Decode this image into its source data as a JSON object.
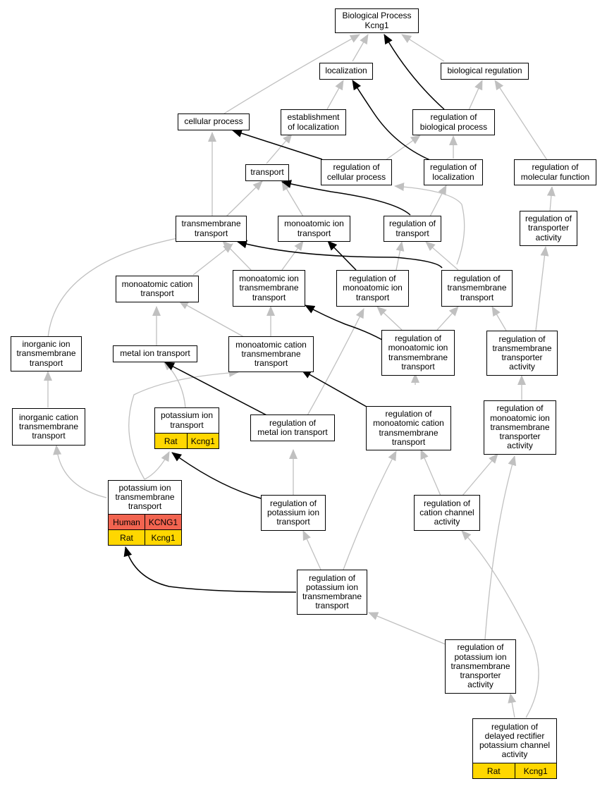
{
  "colors": {
    "gray_edge": "#c0c0c0",
    "black_edge": "#000000",
    "human": "#f26450",
    "rat": "#ffd700"
  },
  "nodes": {
    "bp": {
      "label": "Biological Process\nKcng1"
    },
    "localization": {
      "label": "localization"
    },
    "bioreg": {
      "label": "biological regulation"
    },
    "cellular": {
      "label": "cellular process"
    },
    "estloc": {
      "label": "establishment\nof localization"
    },
    "regbio": {
      "label": "regulation of\nbiological process"
    },
    "transport": {
      "label": "transport"
    },
    "regcell": {
      "label": "regulation of\ncellular process"
    },
    "regloc": {
      "label": "regulation of\nlocalization"
    },
    "regmol": {
      "label": "regulation of\nmolecular function"
    },
    "tmt": {
      "label": "transmembrane\ntransport"
    },
    "monoion": {
      "label": "monoatomic ion\ntransport"
    },
    "regtrans": {
      "label": "regulation of\ntransport"
    },
    "regtransact": {
      "label": "regulation of\ntransporter\nactivity"
    },
    "monocat": {
      "label": "monoatomic cation\ntransport"
    },
    "monoiontmt": {
      "label": "monoatomic ion\ntransmembrane\ntransport"
    },
    "regmonoion": {
      "label": "regulation of\nmonoatomic ion\ntransport"
    },
    "regtmt": {
      "label": "regulation of\ntransmembrane\ntransport"
    },
    "inorgion": {
      "label": "inorganic ion\ntransmembrane\ntransport"
    },
    "metalion": {
      "label": "metal ion transport"
    },
    "monocattmt": {
      "label": "monoatomic cation\ntransmembrane\ntransport"
    },
    "regmonoiontmt": {
      "label": "regulation of\nmonoatomic ion\ntransmembrane\ntransport"
    },
    "regtmtact": {
      "label": "regulation of\ntransmembrane\ntransporter\nactivity"
    },
    "inorgcat": {
      "label": "inorganic cation\ntransmembrane\ntransport"
    },
    "potion": {
      "label": "potassium ion\ntransport",
      "rows": [
        [
          "Rat",
          "Kcng1"
        ]
      ]
    },
    "regmetal": {
      "label": "regulation of\nmetal ion transport"
    },
    "regmonocattmt": {
      "label": "regulation of\nmonoatomic cation\ntransmembrane\ntransport"
    },
    "regmonoiontmtact": {
      "label": "regulation of\nmonoatomic ion\ntransmembrane\ntransporter\nactivity"
    },
    "potiontmt": {
      "label": "potassium ion\ntransmembrane\ntransport",
      "rows": [
        [
          "Human",
          "KCNG1"
        ],
        [
          "Rat",
          "Kcng1"
        ]
      ]
    },
    "regpot": {
      "label": "regulation of\npotassium ion\ntransport"
    },
    "regcatchan": {
      "label": "regulation of\ncation channel\nactivity"
    },
    "regpottmt": {
      "label": "regulation of\npotassium ion\ntransmembrane\ntransport"
    },
    "regpottmtact": {
      "label": "regulation of\npotassium ion\ntransmembrane\ntransporter\nactivity"
    },
    "regdelayed": {
      "label": "regulation of\ndelayed rectifier\npotassium channel\nactivity",
      "rows": [
        [
          "Rat",
          "Kcng1"
        ]
      ]
    }
  }
}
